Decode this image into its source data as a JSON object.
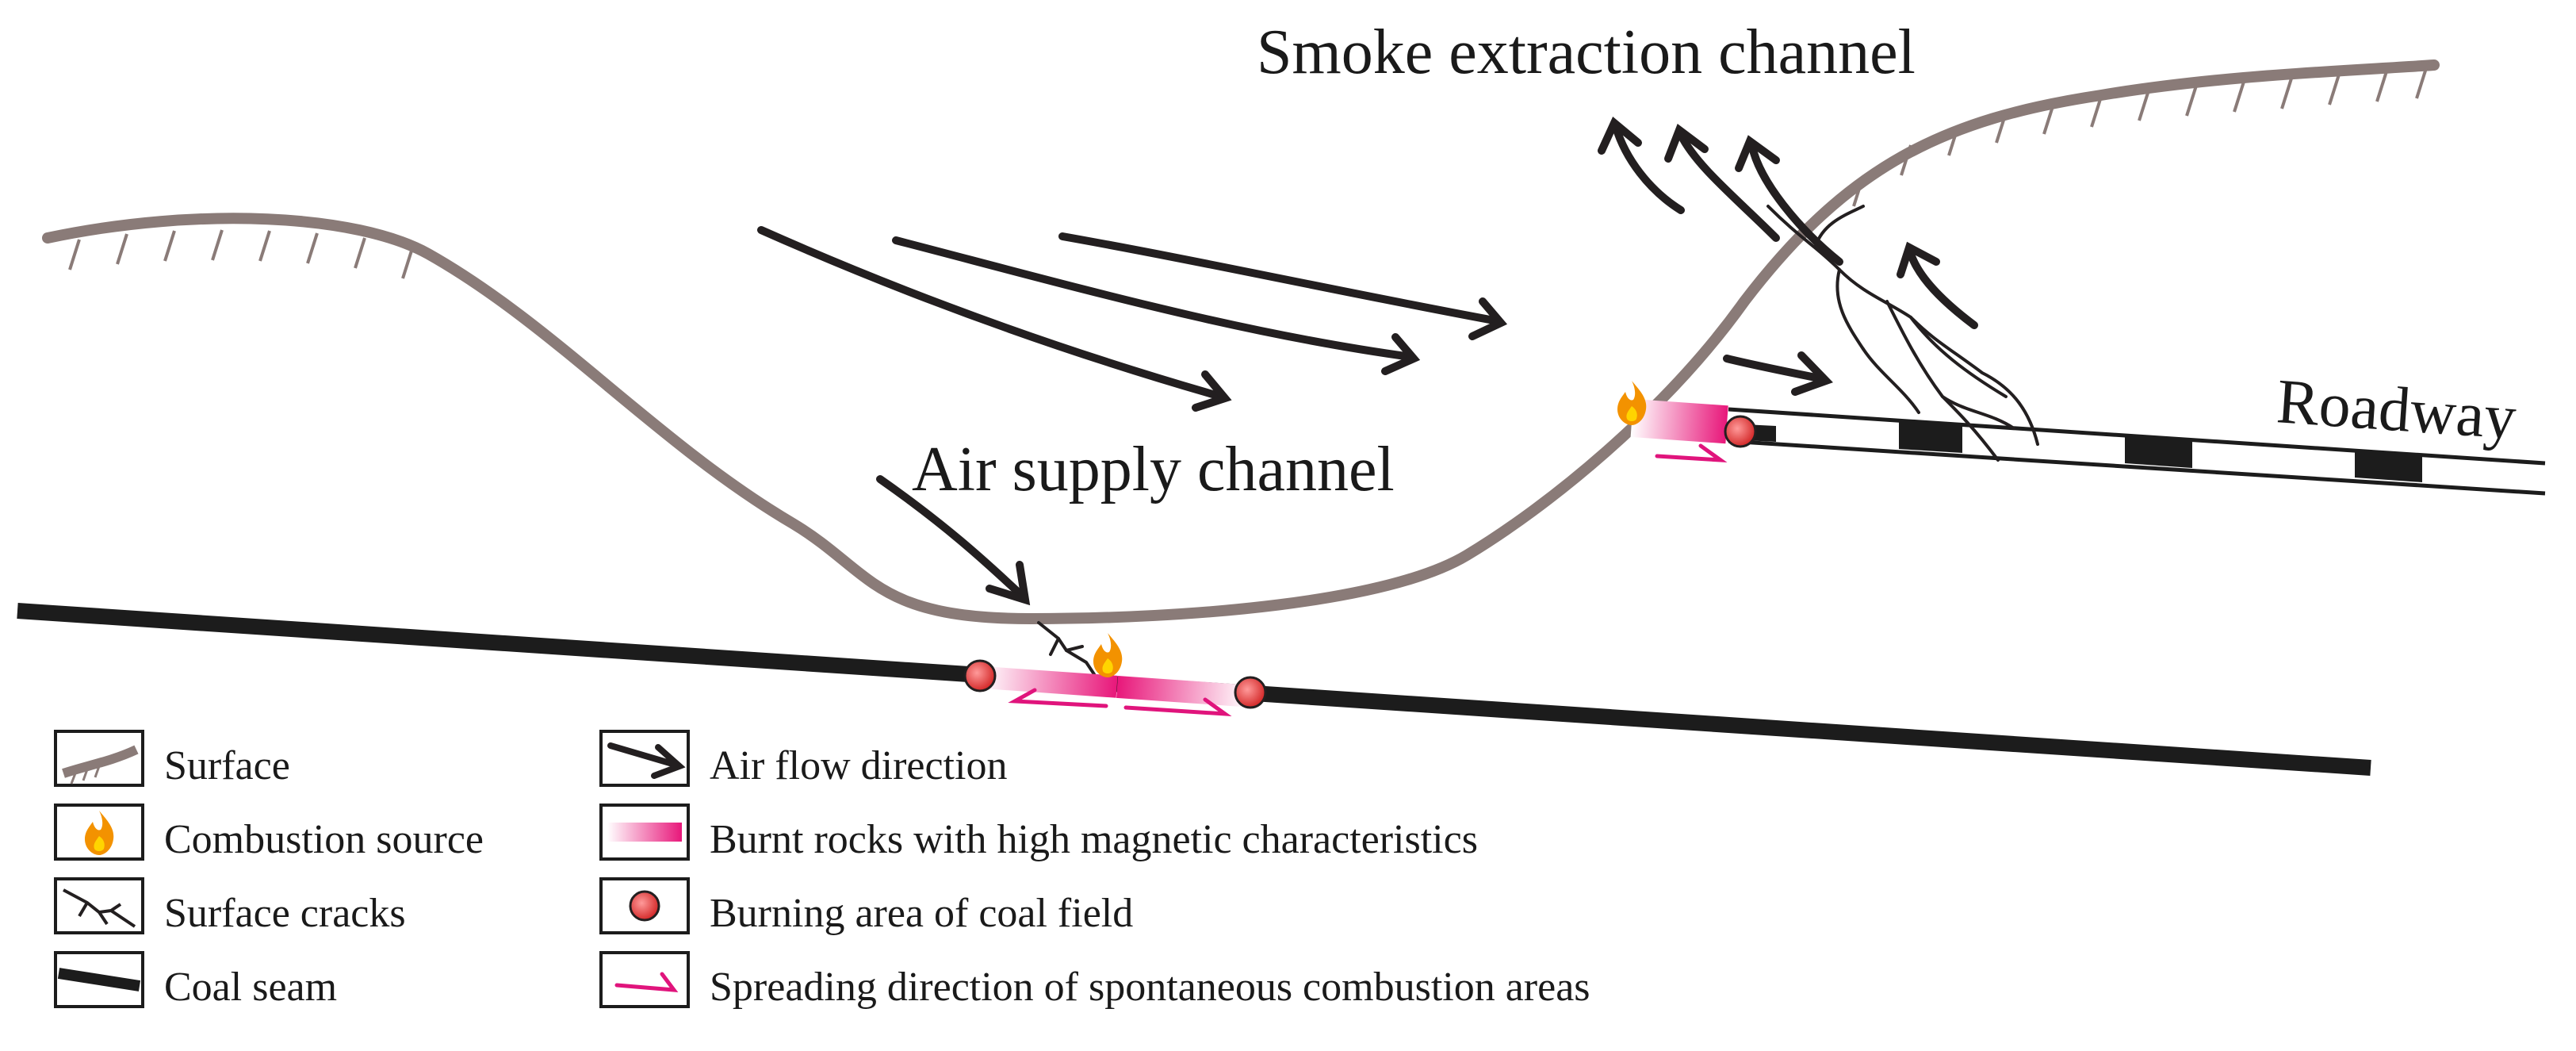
{
  "labels": {
    "smoke_channel": "Smoke extraction channel",
    "air_channel": "Air supply channel",
    "roadway": "Roadway"
  },
  "legend": [
    {
      "icon": "surface-icon",
      "label": "Surface"
    },
    {
      "icon": "flame-icon",
      "label": "Combustion source"
    },
    {
      "icon": "crack-icon",
      "label": "Surface cracks"
    },
    {
      "icon": "coal-seam-icon",
      "label": "Coal seam"
    },
    {
      "icon": "arrow-icon",
      "label": "Air flow direction"
    },
    {
      "icon": "burnt-rock-icon",
      "label": "Burnt rocks with high magnetic characteristics"
    },
    {
      "icon": "burning-area-icon",
      "label": "Burning area of coal field"
    },
    {
      "icon": "spread-arrow-icon",
      "label": "Spreading direction of spontaneous combustion areas"
    }
  ],
  "colors": {
    "surface": "#8a7b78",
    "coal": "#1c1c1c",
    "arrow": "#231f20",
    "burnt": "#e8177a",
    "spread": "#e0147c",
    "burning": "#e43b3b",
    "flame_outer": "#f39200",
    "flame_inner": "#ffd400"
  }
}
